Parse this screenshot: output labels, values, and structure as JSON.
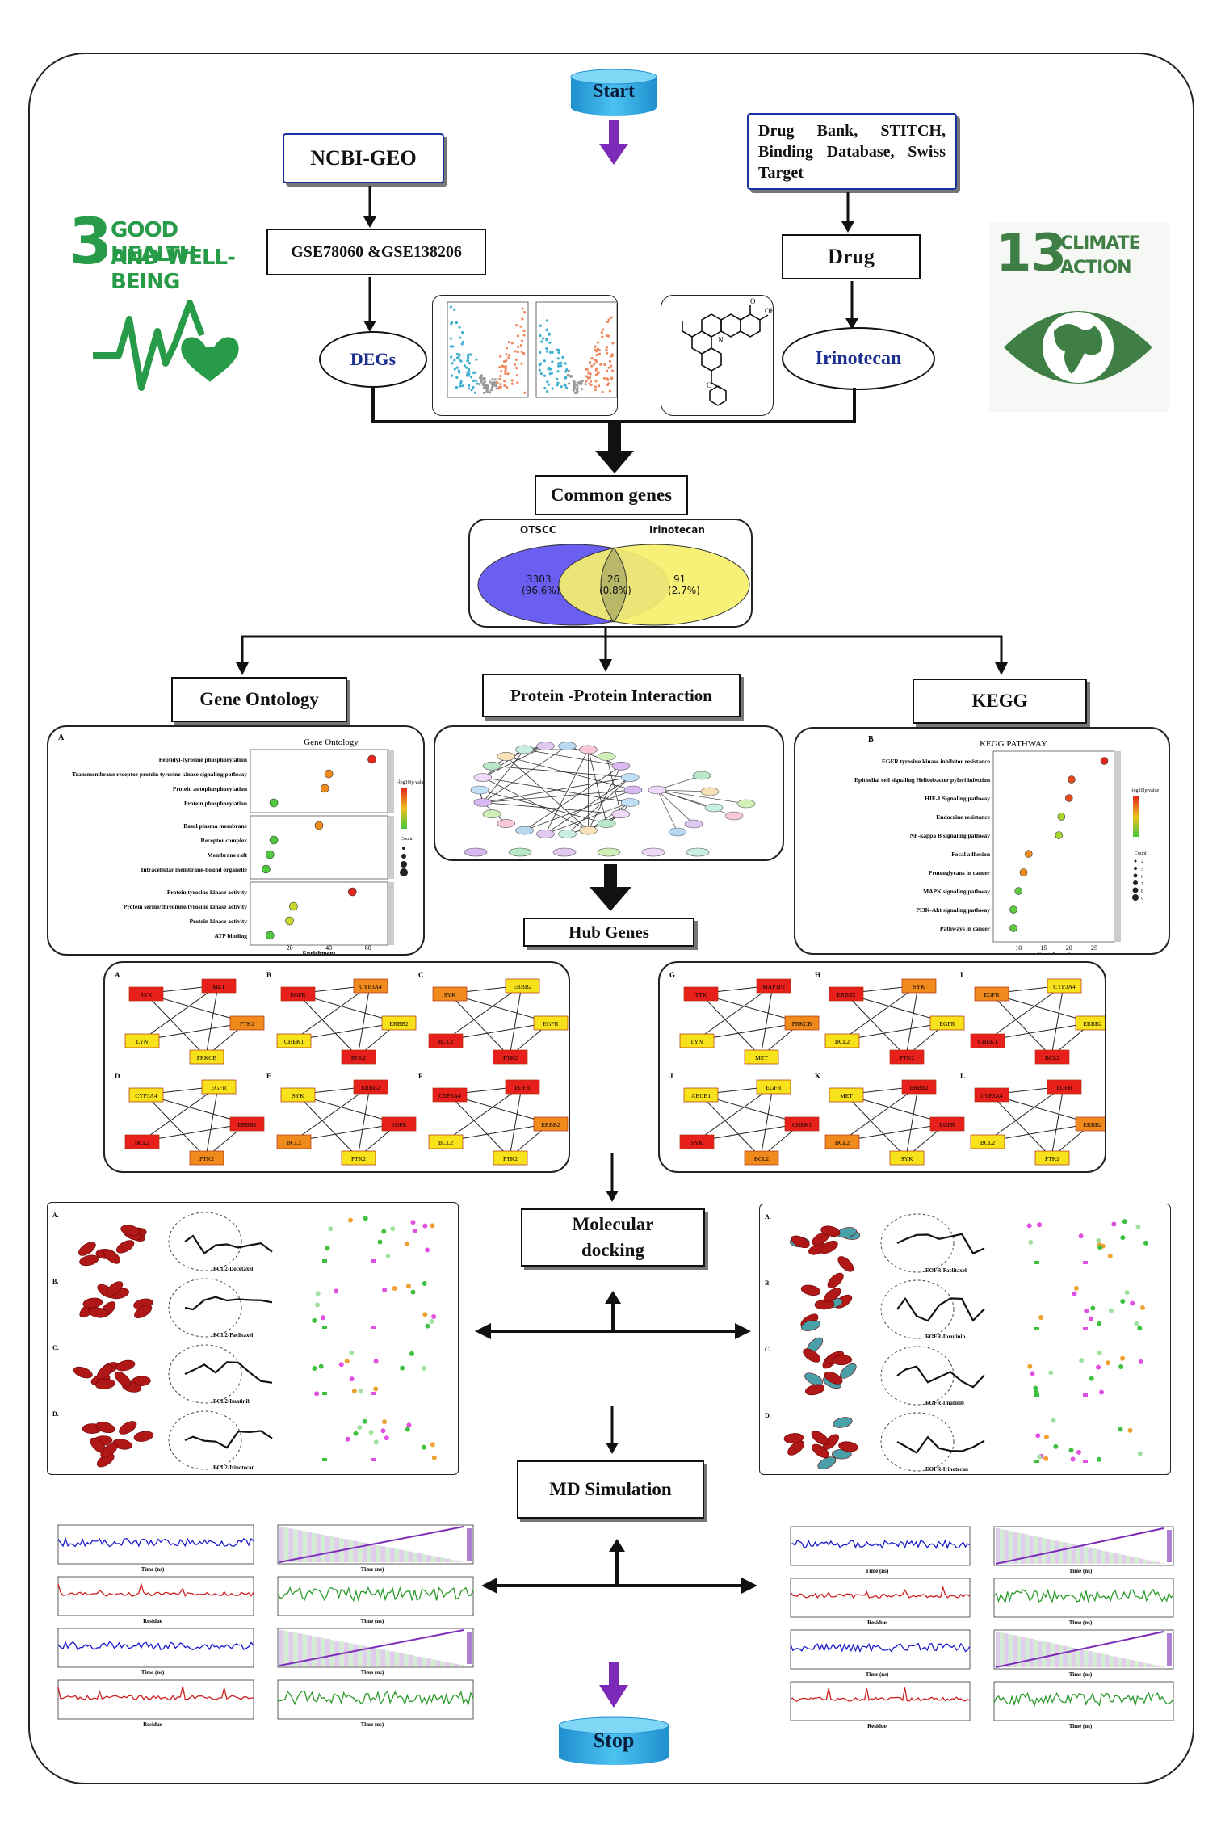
{
  "nodes": {
    "start": "Start",
    "stop": "Stop",
    "ncbi": "NCBI-GEO",
    "dataset": "GSE78060 &GSE138206",
    "degs": "DEGs",
    "drug_db": "Drug Bank, STITCH, Binding Database, Swiss Target",
    "drug": "Drug",
    "irinotecan": "Irinotecan",
    "common_genes": "Common genes",
    "gene_ontology": "Gene Ontology",
    "ppi": "Protein -Protein Interaction",
    "kegg": "KEGG",
    "hub_genes": "Hub Genes",
    "molecular_docking": "Molecular docking",
    "md_simulation": "MD Simulation"
  },
  "sdg3": {
    "number": "3",
    "line1": "GOOD HEALTH",
    "line2": "AND WELL-BEING",
    "color": "#279b48"
  },
  "sdg13": {
    "number": "13",
    "line1": "CLIMATE",
    "line2": "ACTION",
    "color": "#3f7e44"
  },
  "venn": {
    "left_label": "OTSCC",
    "left_count": "3303",
    "left_pct": "(96.6%)",
    "mid_count": "26",
    "mid_pct": "(0.8%)",
    "right_label": "Irinotecan",
    "right_count": "91",
    "right_pct": "(2.7%)",
    "left_color": "#6a5ff0",
    "right_color": "#f6f06c"
  },
  "go_chart": {
    "panel_letter": "A",
    "title": "Gene Ontology",
    "terms": [
      "Peptidyl-tyrosine phosphorylation",
      "Transmembrane receptor protein tyrosine kinase signaling pathway",
      "Protein autophosphorylation",
      "Protein phosphorylation",
      "Basal plasma membrane",
      "Receptor complex",
      "Membrane raft",
      "Intracellular membrane-bound organelle",
      "Protein tyrosine kinase activity",
      "Protein serine/threonine/tyrosine kinase activity",
      "Protein kinase activity",
      "ATP binding"
    ],
    "enrichment": [
      62,
      40,
      38,
      12,
      35,
      12,
      10,
      8,
      52,
      22,
      20,
      10
    ],
    "xlabel": "Enrichment",
    "xticks": [
      "20",
      "40",
      "60"
    ],
    "legend_title": "-log10(p value)",
    "count_title": "Count"
  },
  "kegg_chart": {
    "panel_letter": "B",
    "title": "KEGG PATHWAY",
    "terms": [
      "EGFR tyrosine kinase inhibitor resistance",
      "Epithelial cell signaling Helicobacter pylori infection",
      "HIF-1 Signaling pathway",
      "Endocrine resistance",
      "NF-kappa B signaling pathway",
      "Focal adhesion",
      "Proteoglycans in cancer",
      "MAPK signaling pathway",
      "PI3K-Akt signaling pathway",
      "Pathways in cancer"
    ],
    "enrichment": [
      27,
      20.5,
      20,
      18.5,
      18,
      12,
      11,
      10,
      9,
      9
    ],
    "xlabel": "Enrichment",
    "xticks": [
      "10",
      "15",
      "20",
      "25"
    ],
    "legend_title": "-log10(p value)",
    "count_title": "Count",
    "count_values": [
      "4",
      "5",
      "6",
      "7",
      "8",
      "9"
    ]
  },
  "hub_left": [
    {
      "letter": "A",
      "genes": [
        "SYK",
        "MET",
        "PTK2",
        "LYN",
        "PRKCB"
      ]
    },
    {
      "letter": "B",
      "genes": [
        "EGFR",
        "CYP3A4",
        "ERBB2",
        "CHEK1",
        "BCL2"
      ]
    },
    {
      "letter": "C",
      "genes": [
        "SYK",
        "ERBB2",
        "EGFR",
        "BCL2",
        "PTK2"
      ]
    },
    {
      "letter": "D",
      "genes": [
        "CYP3A4",
        "EGFR",
        "ERBB2",
        "BCL2",
        "PTK2"
      ]
    },
    {
      "letter": "E",
      "genes": [
        "SYK",
        "ERBB2",
        "EGFR",
        "BCL2",
        "PTK2"
      ]
    },
    {
      "letter": "F",
      "genes": [
        "CYP3A4",
        "EGFR",
        "ERBB2",
        "BCL2",
        "PTK2"
      ]
    }
  ],
  "hub_right": [
    {
      "letter": "G",
      "genes": [
        "TTK",
        "MAP1P2",
        "PRKCB",
        "LYN",
        "MET"
      ]
    },
    {
      "letter": "H",
      "genes": [
        "ERBB2",
        "SYK",
        "EGFR",
        "BCL2",
        "PTK2"
      ]
    },
    {
      "letter": "I",
      "genes": [
        "EGFR",
        "CYP3A4",
        "ERBB2",
        "CHEK1",
        "BCL2"
      ]
    },
    {
      "letter": "J",
      "genes": [
        "ABCB1",
        "EGFR",
        "CHEK1",
        "SYK",
        "BCL2"
      ]
    },
    {
      "letter": "K",
      "genes": [
        "MET",
        "ERBB2",
        "EGFR",
        "BCL2",
        "SYK"
      ]
    },
    {
      "letter": "L",
      "genes": [
        "CYP3A4",
        "EGFR",
        "ERBB2",
        "BCL2",
        "PTK2"
      ]
    }
  ],
  "docking_left": [
    "BCL2-Docetaxel",
    "BCL2-Paclitaxel",
    "BCL2-Imatinib",
    "BCL2-Irinotecan"
  ],
  "docking_right": [
    "EGFR-Paclitaxel",
    "EGFR-Ibrutinib",
    "EGFR-Imatinib",
    "EGFR-Irinotecan"
  ],
  "md_labels": {
    "time": "Time (ns)",
    "residue": "Residue"
  },
  "colors": {
    "arrow_purple": "#7b2bb8",
    "cylinder_blue": "#29a8e0",
    "node_red": "#e8201c",
    "node_orange": "#f08a1c",
    "node_yellow": "#f7e21c"
  }
}
